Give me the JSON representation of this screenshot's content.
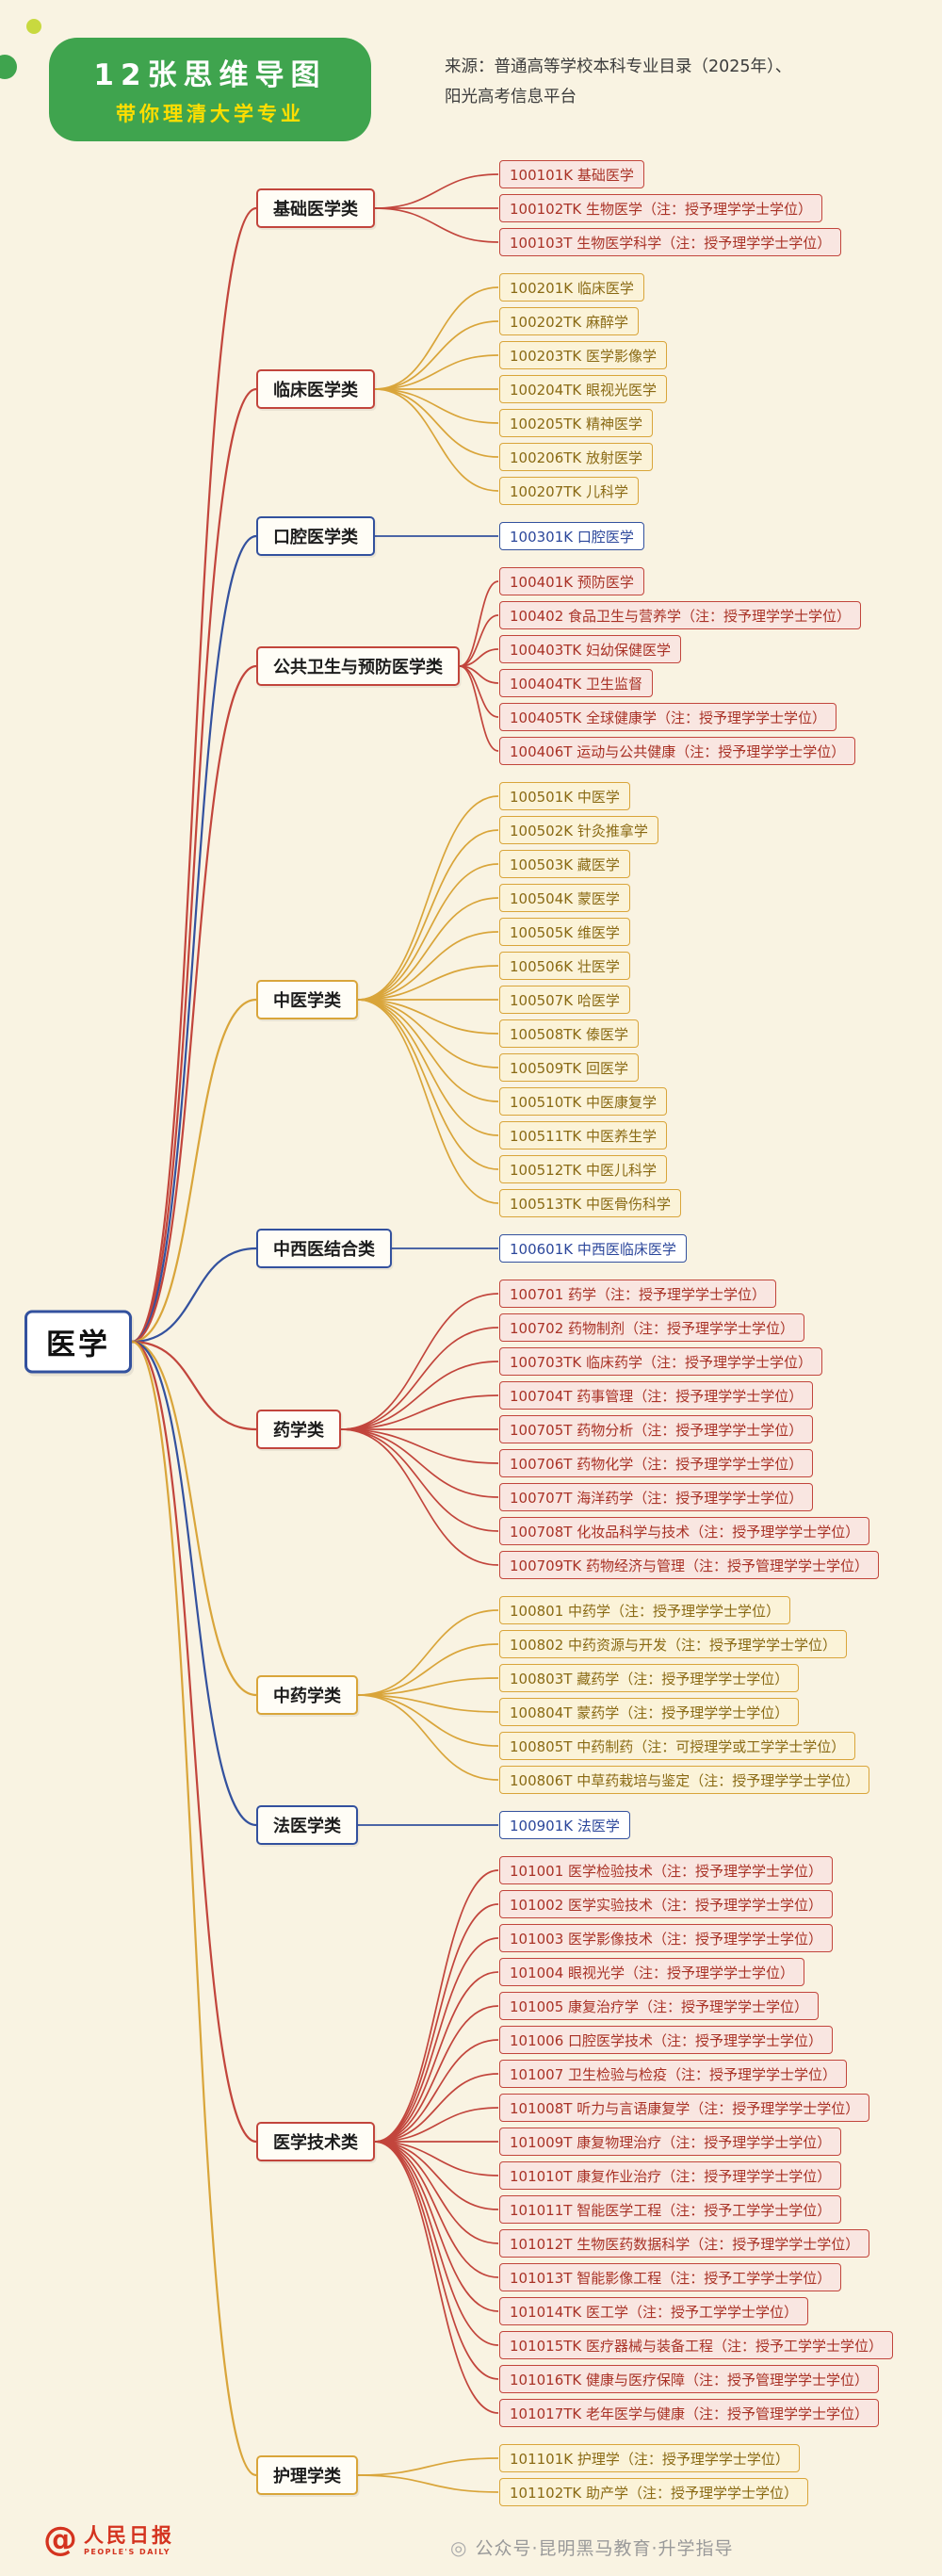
{
  "header": {
    "badge_line1": "12张思维导图",
    "badge_line2": "带你理清大学专业",
    "source_line1": "来源：普通高等学校本科专业目录（2025年）、",
    "source_line2": "阳光高考信息平台"
  },
  "root": {
    "label": "医学"
  },
  "colors": {
    "red": {
      "border": "#C2453C",
      "bg": "#F9E6E1",
      "text": "#A93226"
    },
    "yellow": {
      "border": "#D9A53A",
      "bg": "#FBF3D8",
      "text": "#8A6A14"
    },
    "blue": {
      "border": "#33519E",
      "bg": "#FFFFFF",
      "text": "#2C479B"
    },
    "category_bg": "#FFFDF6",
    "category_text": "#1D1D1D",
    "background": "#F9F3E2",
    "badge_green": "#3FA44E",
    "badge_yellow": "#FFDE00",
    "logo_red": "#D4331F"
  },
  "branches": [
    {
      "label": "基础医学类",
      "style": "red",
      "leaf_style": "red",
      "leaves": [
        "100101K 基础医学",
        "100102TK 生物医学（注：授予理学学士学位）",
        "100103T 生物医学科学（注：授予理学学士学位）"
      ]
    },
    {
      "label": "临床医学类",
      "style": "red",
      "leaf_style": "yellow",
      "leaves": [
        "100201K 临床医学",
        "100202TK 麻醉学",
        "100203TK 医学影像学",
        "100204TK 眼视光医学",
        "100205TK 精神医学",
        "100206TK 放射医学",
        "100207TK 儿科学"
      ]
    },
    {
      "label": "口腔医学类",
      "style": "blue",
      "leaf_style": "blue",
      "leaves": [
        "100301K 口腔医学"
      ]
    },
    {
      "label": "公共卫生与预防医学类",
      "style": "red",
      "leaf_style": "red",
      "leaves": [
        "100401K 预防医学",
        "100402 食品卫生与营养学（注：授予理学学士学位）",
        "100403TK 妇幼保健医学",
        "100404TK 卫生监督",
        "100405TK 全球健康学（注：授予理学学士学位）",
        "100406T 运动与公共健康（注：授予理学学士学位）"
      ]
    },
    {
      "label": "中医学类",
      "style": "yellow",
      "leaf_style": "yellow",
      "leaves": [
        "100501K 中医学",
        "100502K 针灸推拿学",
        "100503K 藏医学",
        "100504K 蒙医学",
        "100505K 维医学",
        "100506K 壮医学",
        "100507K 哈医学",
        "100508TK 傣医学",
        "100509TK 回医学",
        "100510TK 中医康复学",
        "100511TK 中医养生学",
        "100512TK 中医儿科学",
        "100513TK 中医骨伤科学"
      ]
    },
    {
      "label": "中西医结合类",
      "style": "blue",
      "leaf_style": "blue",
      "leaves": [
        "100601K 中西医临床医学"
      ]
    },
    {
      "label": "药学类",
      "style": "red",
      "leaf_style": "red",
      "leaves": [
        "100701 药学（注：授予理学学士学位）",
        "100702 药物制剂（注：授予理学学士学位）",
        "100703TK 临床药学（注：授予理学学士学位）",
        "100704T 药事管理（注：授予理学学士学位）",
        "100705T 药物分析（注：授予理学学士学位）",
        "100706T 药物化学（注：授予理学学士学位）",
        "100707T 海洋药学（注：授予理学学士学位）",
        "100708T 化妆品科学与技术（注：授予理学学士学位）",
        "100709TK 药物经济与管理（注：授予管理学学士学位）"
      ]
    },
    {
      "label": "中药学类",
      "style": "yellow",
      "leaf_style": "yellow",
      "leaves": [
        "100801 中药学（注：授予理学学士学位）",
        "100802 中药资源与开发（注：授予理学学士学位）",
        "100803T 藏药学（注：授予理学学士学位）",
        "100804T 蒙药学（注：授予理学学士学位）",
        "100805T 中药制药（注：可授理学或工学学士学位）",
        "100806T 中草药栽培与鉴定（注：授予理学学士学位）"
      ]
    },
    {
      "label": "法医学类",
      "style": "blue",
      "leaf_style": "blue",
      "leaves": [
        "100901K 法医学"
      ]
    },
    {
      "label": "医学技术类",
      "style": "red",
      "leaf_style": "red",
      "leaves": [
        "101001 医学检验技术（注：授予理学学士学位）",
        "101002 医学实验技术（注：授予理学学士学位）",
        "101003 医学影像技术（注：授予理学学士学位）",
        "101004 眼视光学（注：授予理学学士学位）",
        "101005 康复治疗学（注：授予理学学士学位）",
        "101006 口腔医学技术（注：授予理学学士学位）",
        "101007 卫生检验与检疫（注：授予理学学士学位）",
        "101008T 听力与言语康复学（注：授予理学学士学位）",
        "101009T 康复物理治疗（注：授予理学学士学位）",
        "101010T 康复作业治疗（注：授予理学学士学位）",
        "101011T 智能医学工程（注：授予工学学士学位）",
        "101012T 生物医药数据科学（注：授予理学学士学位）",
        "101013T 智能影像工程（注：授予工学学士学位）",
        "101014TK 医工学（注：授予工学学士学位）",
        "101015TK 医疗器械与装备工程（注：授予工学学士学位）",
        "101016TK 健康与医疗保障（注：授予管理学学士学位）",
        "101017TK 老年医学与健康（注：授予管理学学士学位）"
      ]
    },
    {
      "label": "护理学类",
      "style": "yellow",
      "leaf_style": "yellow",
      "leaves": [
        "101101K 护理学（注：授予理学学士学位）",
        "101102TK 助产学（注：授予理学学士学位）"
      ]
    }
  ],
  "footer": {
    "logo_icon": "@",
    "logo_text": "人民日报",
    "logo_sub": "PEOPLE'S DAILY",
    "wechat_icon": "◎",
    "wechat_text": "公众号·昆明黑马教育·升学指导"
  }
}
